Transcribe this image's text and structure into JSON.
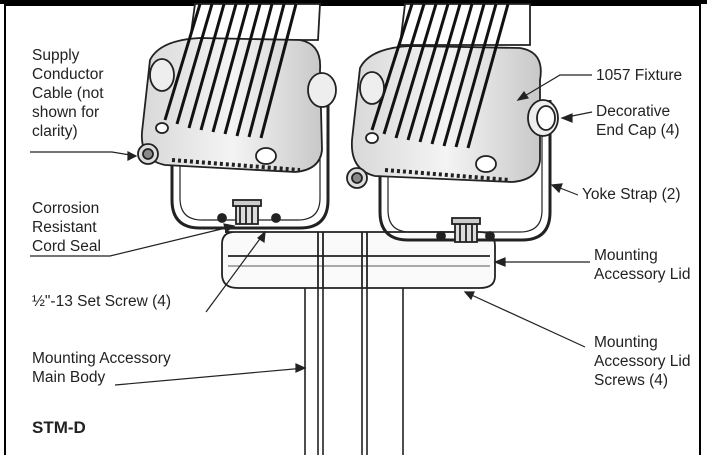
{
  "callouts": {
    "supply_cable": "Supply\nConductor\nCable (not\nshown for\nclarity)",
    "cord_seal": "Corrosion\nResistant\nCord Seal",
    "set_screw": "½\"-13 Set Screw (4)",
    "main_body": "Mounting Accessory\nMain Body",
    "fixture": "1057 Fixture",
    "end_cap": "Decorative\nEnd Cap (4)",
    "yoke_strap": "Yoke Strap (2)",
    "lid": "Mounting\nAccessory Lid",
    "lid_screws": "Mounting\nAccessory Lid\nScrews (4)"
  },
  "model_label": "STM-D"
}
